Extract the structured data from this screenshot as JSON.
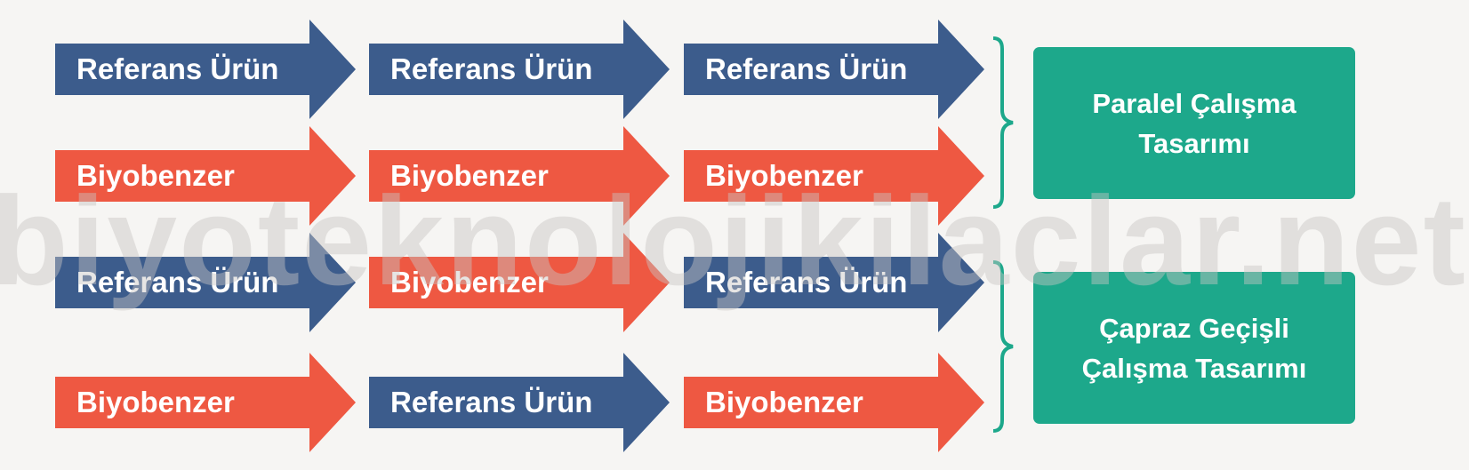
{
  "labels": {
    "ref": "Referans Ürün",
    "bio": "Biyobenzer"
  },
  "rows": [
    [
      "Referans Ürün",
      "Referans Ürün",
      "Referans Ürün"
    ],
    [
      "Biyobenzer",
      "Biyobenzer",
      "Biyobenzer"
    ],
    [
      "Referans Ürün",
      "Biyobenzer",
      "Referans Ürün"
    ],
    [
      "Biyobenzer",
      "Referans Ürün",
      "Biyobenzer"
    ]
  ],
  "groups": [
    {
      "label": "Paralel Çalışma\nTasarımı"
    },
    {
      "label": "Çapraz Geçişli\nÇalışma Tasarımı"
    }
  ],
  "watermark": "biyoteknolojikilaclar.net",
  "colors": {
    "reference": "#3c5c8c",
    "biosimilar": "#ee5842",
    "group": "#1da88b",
    "background": "#f6f5f3"
  }
}
